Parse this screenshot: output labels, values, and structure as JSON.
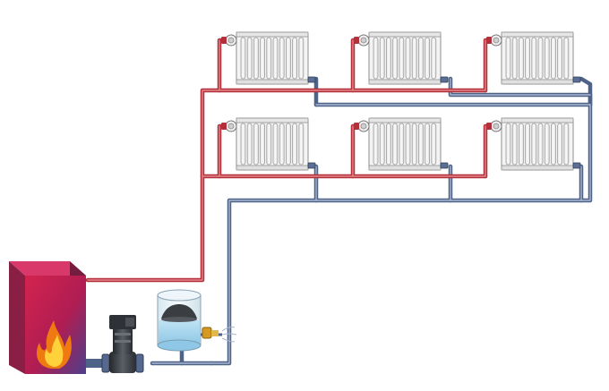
{
  "diagram": {
    "colors": {
      "supply_pipe": "#b8343e",
      "supply_pipe_light": "#d9707a",
      "return_pipe": "#5b6f95",
      "return_pipe_light": "#9aa9c6",
      "radiator_body": "#f2f2f2",
      "radiator_edge": "#8a8a8a",
      "boiler_front": "#c21c48",
      "boiler_side": "#6e1b3a",
      "boiler_top": "#d6335a",
      "flame_outer": "#f07a12",
      "flame_inner": "#ffd13a",
      "pump_body": "#3a3d42",
      "tank_water": "#cfe9f6",
      "tank_glass": "#eef6fb"
    },
    "radiators": [
      {
        "row": "upper",
        "column": 1
      },
      {
        "row": "upper",
        "column": 2
      },
      {
        "row": "upper",
        "column": 3
      },
      {
        "row": "lower",
        "column": 1
      },
      {
        "row": "lower",
        "column": 2
      },
      {
        "row": "lower",
        "column": 3
      }
    ],
    "components": {
      "boiler": {
        "icon": "boiler-with-flame-icon"
      },
      "pump": {
        "icon": "circulation-pump-icon"
      },
      "expansion_tank": {
        "icon": "expansion-tank-icon"
      },
      "relief_valve": {
        "icon": "relief-valve-icon"
      }
    }
  }
}
